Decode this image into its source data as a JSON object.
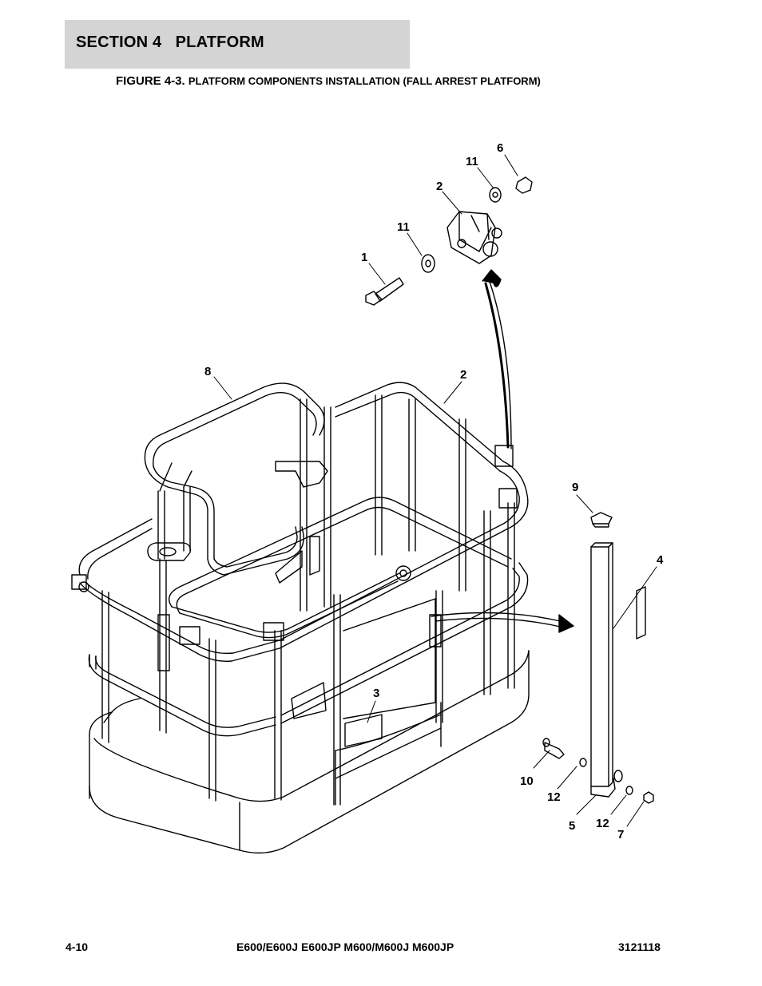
{
  "header": {
    "section_label": "SECTION 4   PLATFORM",
    "figure_number": "FIGURE 4-3.",
    "figure_title": "PLATFORM COMPONENTS INSTALLATION (FALL ARREST PLATFORM)"
  },
  "callouts": [
    "6",
    "11",
    "2",
    "11",
    "1",
    "8",
    "2",
    "9",
    "4",
    "3",
    "10",
    "12",
    "5",
    "12",
    "7"
  ],
  "footer": {
    "page_number": "4-10",
    "models": "E600/E600J E600JP M600/M600J M600JP",
    "doc_number": "3121118"
  }
}
